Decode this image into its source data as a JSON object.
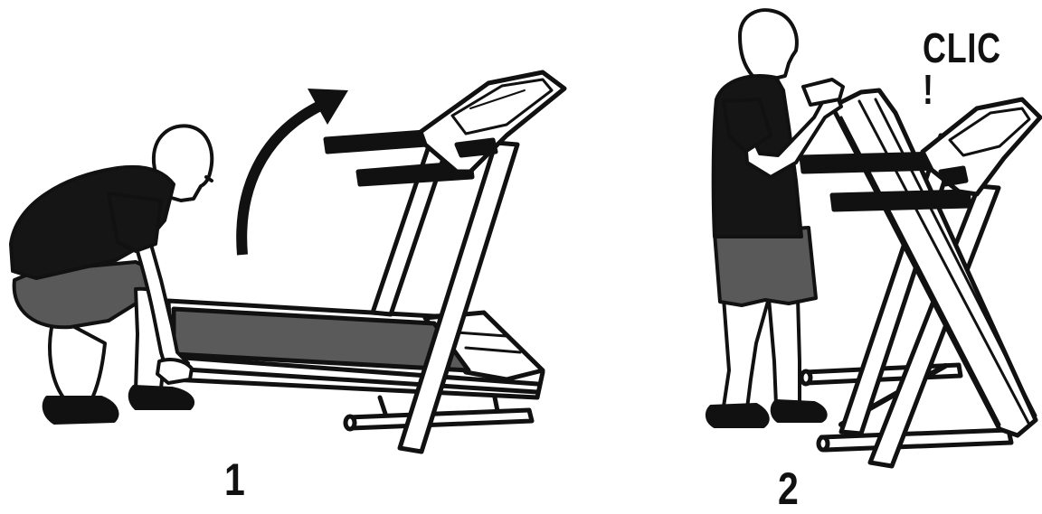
{
  "steps": [
    {
      "number": "1"
    },
    {
      "number": "2",
      "callout": "CLIC !"
    }
  ],
  "colors": {
    "ink": "#111111",
    "shirt": "#151515",
    "shorts": "#595959",
    "belt": "#5a5a5a",
    "skin": "#ffffff"
  }
}
